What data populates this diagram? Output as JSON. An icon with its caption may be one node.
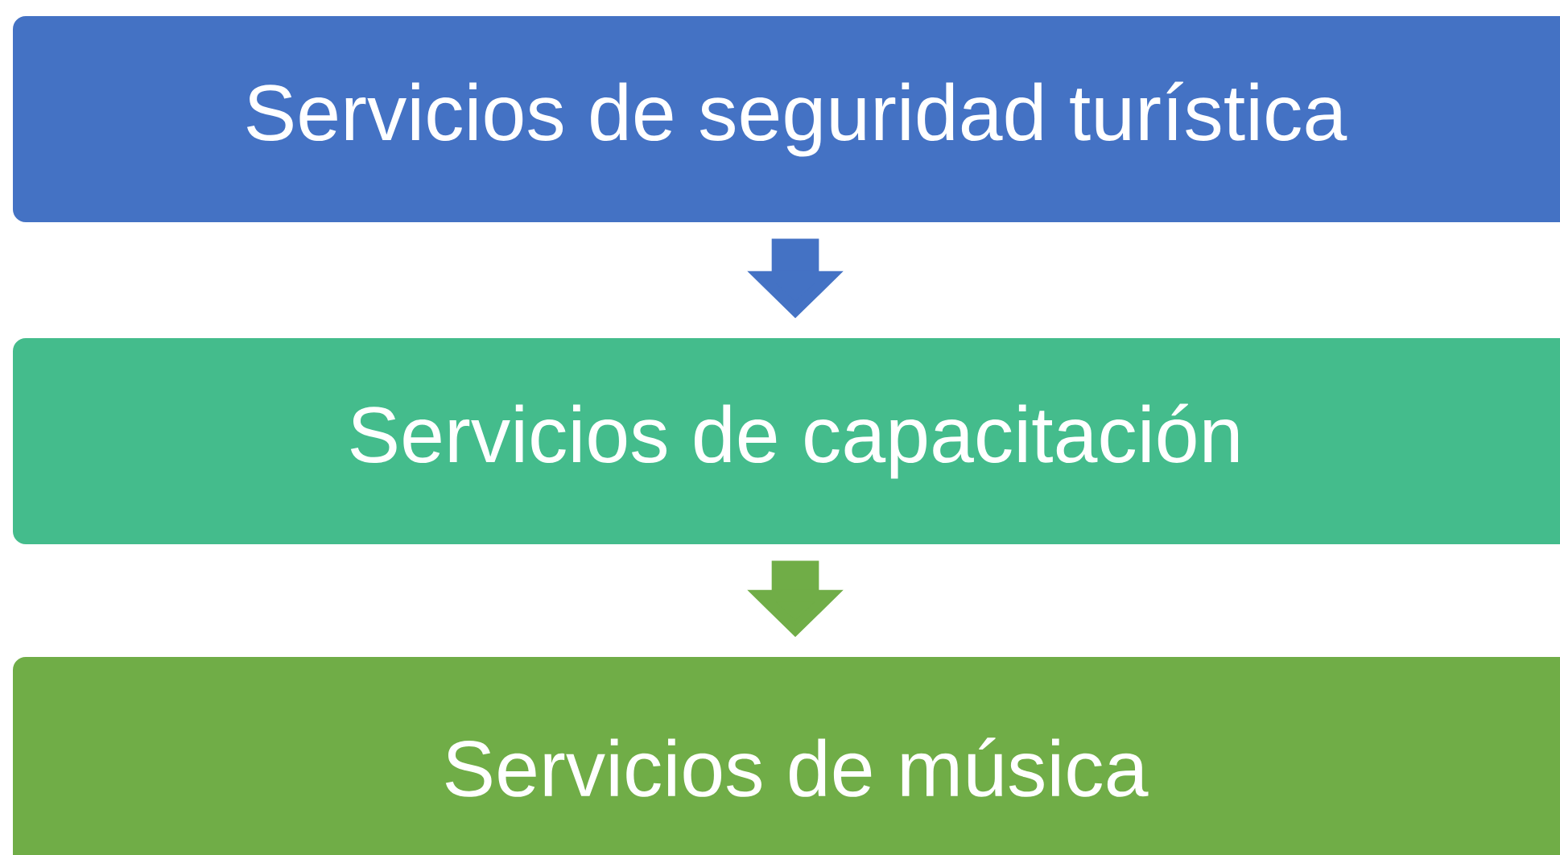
{
  "diagram": {
    "nodes": [
      {
        "text": [
          "Servicios de seguridad turística"
        ]
      },
      {
        "text": [
          "Servicios de capacitación"
        ]
      },
      {
        "text": [
          "Servicios de música"
        ]
      }
    ],
    "edges": [
      {
        "from": 0,
        "to": 1,
        "arrow": "to",
        "color": "#4472c4"
      },
      {
        "from": 1,
        "to": 2,
        "arrow": "to",
        "color": "#70ad47"
      }
    ]
  }
}
